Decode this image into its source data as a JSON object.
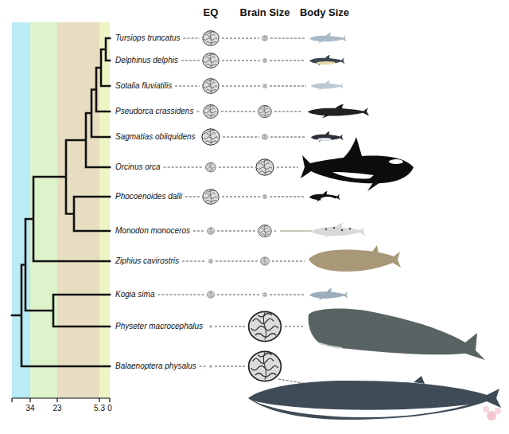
{
  "diagram": {
    "labels": [
      "EQ",
      "Brain Size",
      "Body Size",
      "Tursiops truncatus",
      "Delphinus delphis",
      "Sotalia fluviatilis",
      "Pseudorca crassidens",
      "Sagmatias obliquidens",
      "Orcinus orca",
      "Phocoenoides dalli",
      "Monodon monoceros",
      "Ziphius cavirostris",
      "Kogia sima",
      "Physeter macrocephalus",
      "Balaenoptera physalus",
      "34",
      "23",
      "5.3",
      "0"
    ]
  }
}
